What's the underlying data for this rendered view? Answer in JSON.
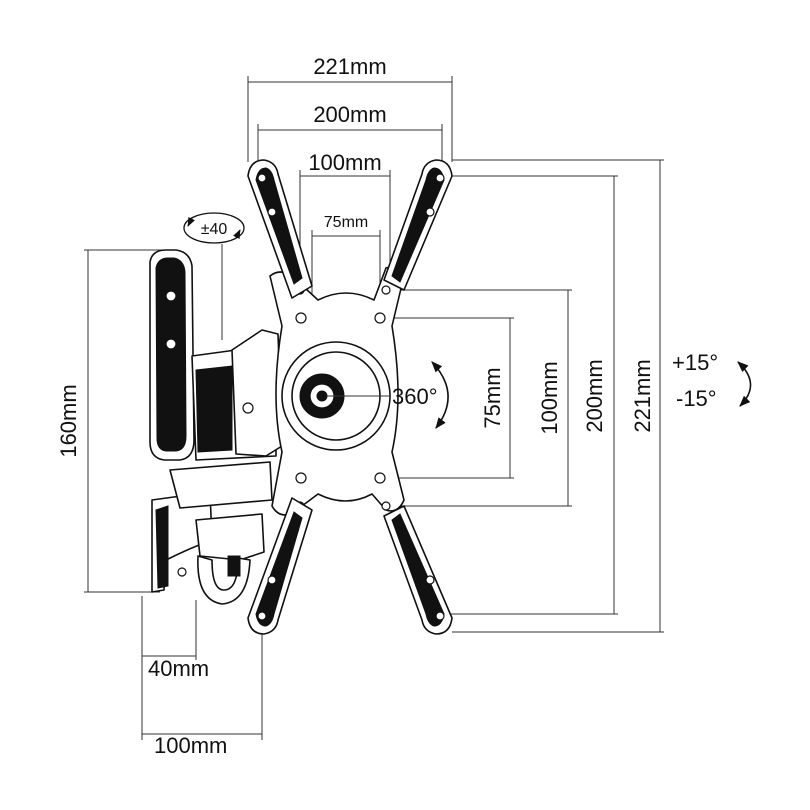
{
  "labels": {
    "w221": "221mm",
    "w200": "200mm",
    "w100": "100mm",
    "w75": "75mm",
    "swivel": "±40",
    "rotate": "360°",
    "h75": "75mm",
    "h100": "100mm",
    "h200": "200mm",
    "h221": "221mm",
    "tilt_up": "+15°",
    "tilt_down": "-15°",
    "wall_h": "160mm",
    "depth_min": "40mm",
    "depth_max": "100mm"
  },
  "colors": {
    "ink": "#111111",
    "dimension": "#333333",
    "background": "#ffffff"
  },
  "icons": {
    "rotate": "rotate-arrow-icon",
    "tilt": "tilt-arrow-icon",
    "swivel": "swivel-ellipse-icon"
  }
}
